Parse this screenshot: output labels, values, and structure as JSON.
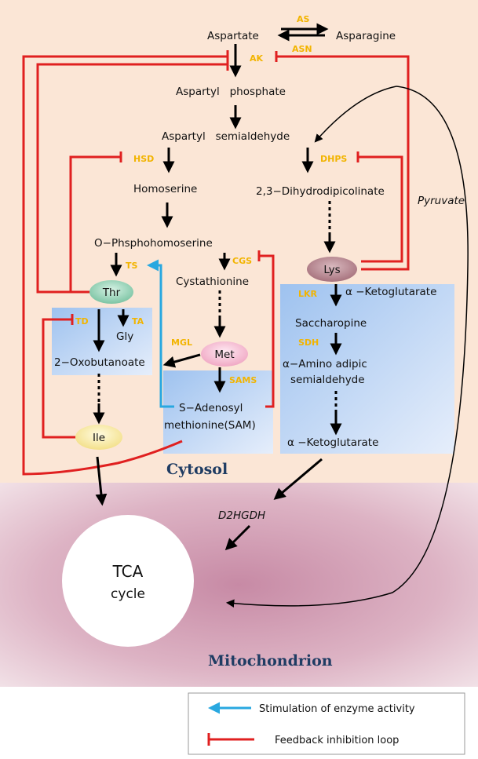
{
  "compartments": {
    "cytosol": "Cytosol",
    "mitochondrion": "Mitochondrion"
  },
  "metabolites": {
    "aspartate": "Aspartate",
    "asparagine": "Asparagine",
    "aspartyl_phosphate": "Aspartyl   phosphate",
    "aspartyl_semialdehyde": "Aspartyl   semialdehyde",
    "homoserine": "Homoserine",
    "dihydrodipicolinate": "2,3−Dihydrodipicolinate",
    "pyruvate": "Pyruvate",
    "o_phosphohomoserine": "O−Phsphohomoserine",
    "cystathionine": "Cystathionine",
    "thr": "Thr",
    "lys": "Lys",
    "gly": "Gly",
    "met": "Met",
    "oxobutanoate": "2−Oxobutanoate",
    "ile": "Ile",
    "sam_line1": "S−Adenosyl",
    "sam_line2": "methionine(SAM)",
    "alpha_ketoglutarate_1": "α −Ketoglutarate",
    "saccharopine": "Saccharopine",
    "aminoadipic_line1": "α−Amino adipic",
    "aminoadipic_line2": "semialdehyde",
    "alpha_ketoglutarate_2": "α −Ketoglutarate",
    "d2hgdh": "D2HGDH",
    "tca_line1": "TCA",
    "tca_line2": "cycle"
  },
  "enzymes": {
    "as": "AS",
    "asn": "ASN",
    "ak": "AK",
    "hsd": "HSD",
    "dhps": "DHPS",
    "ts": "TS",
    "cgs": "CGS",
    "td": "TD",
    "ta": "TA",
    "mgl": "MGL",
    "sams": "SAMS",
    "lkr": "LKR",
    "sdh": "SDH"
  },
  "legend": {
    "stimulation": "Stimulation of enzyme activity",
    "inhibition": "Feedback inhibition loop"
  },
  "colors": {
    "cytosol_bg": "#fbe6d6",
    "mito_bg": "#d9a9bd",
    "inhibition": "#e02020",
    "stimulation": "#29a8e0",
    "enzyme_label": "#f2b400",
    "section_title": "#1f3c63"
  }
}
